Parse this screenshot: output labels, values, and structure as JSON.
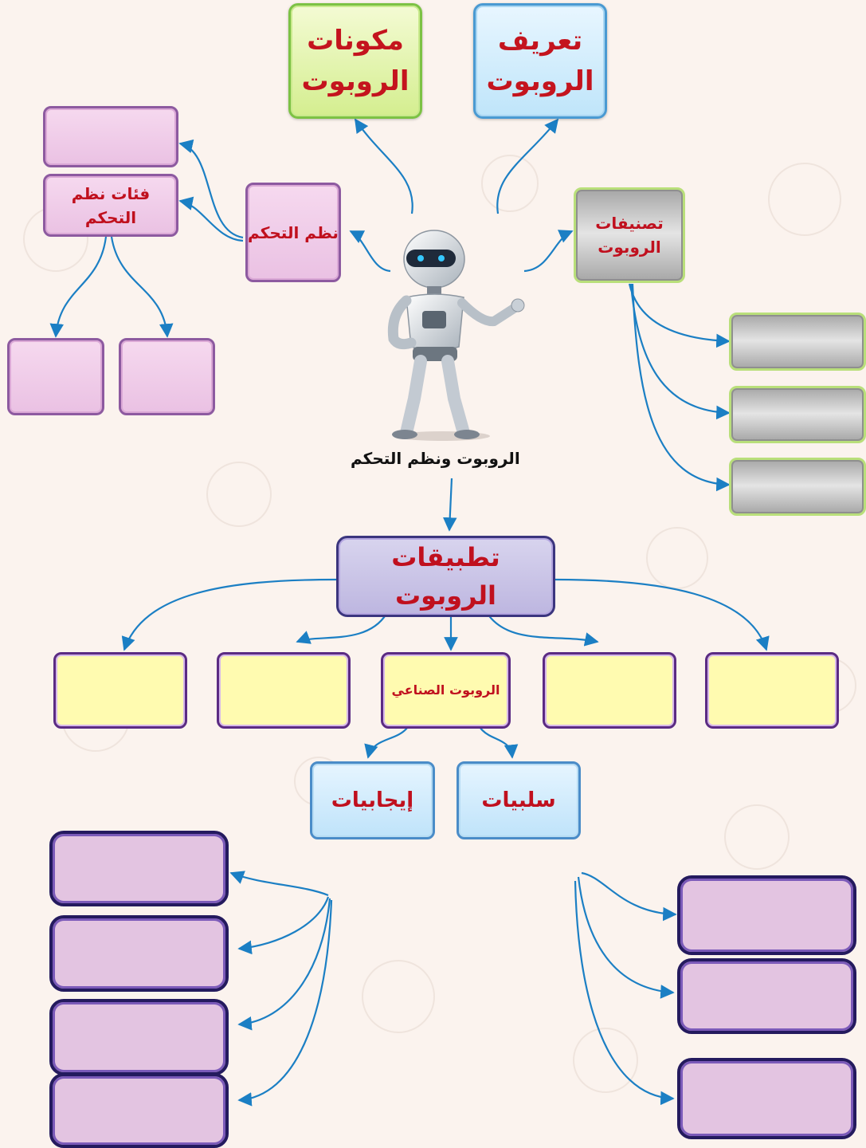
{
  "central_label": "الروبوت ونظم التحكم",
  "boxes": {
    "definition": "تعريف الروبوت",
    "components": "مكونات الروبوت",
    "control_systems": "نظم التحكم",
    "control_categories": "فئات نظم التحكم",
    "classifications": "تصنيفات الروبوت",
    "applications": "تطبيقات الروبوت",
    "industrial_robot": "الروبوت الصناعي",
    "advantages": "إيجابيات",
    "disadvantages": "سلبيات"
  },
  "colors": {
    "arrow": "#1b7fc4",
    "title_text": "#c4141e",
    "label_text": "#111111"
  }
}
